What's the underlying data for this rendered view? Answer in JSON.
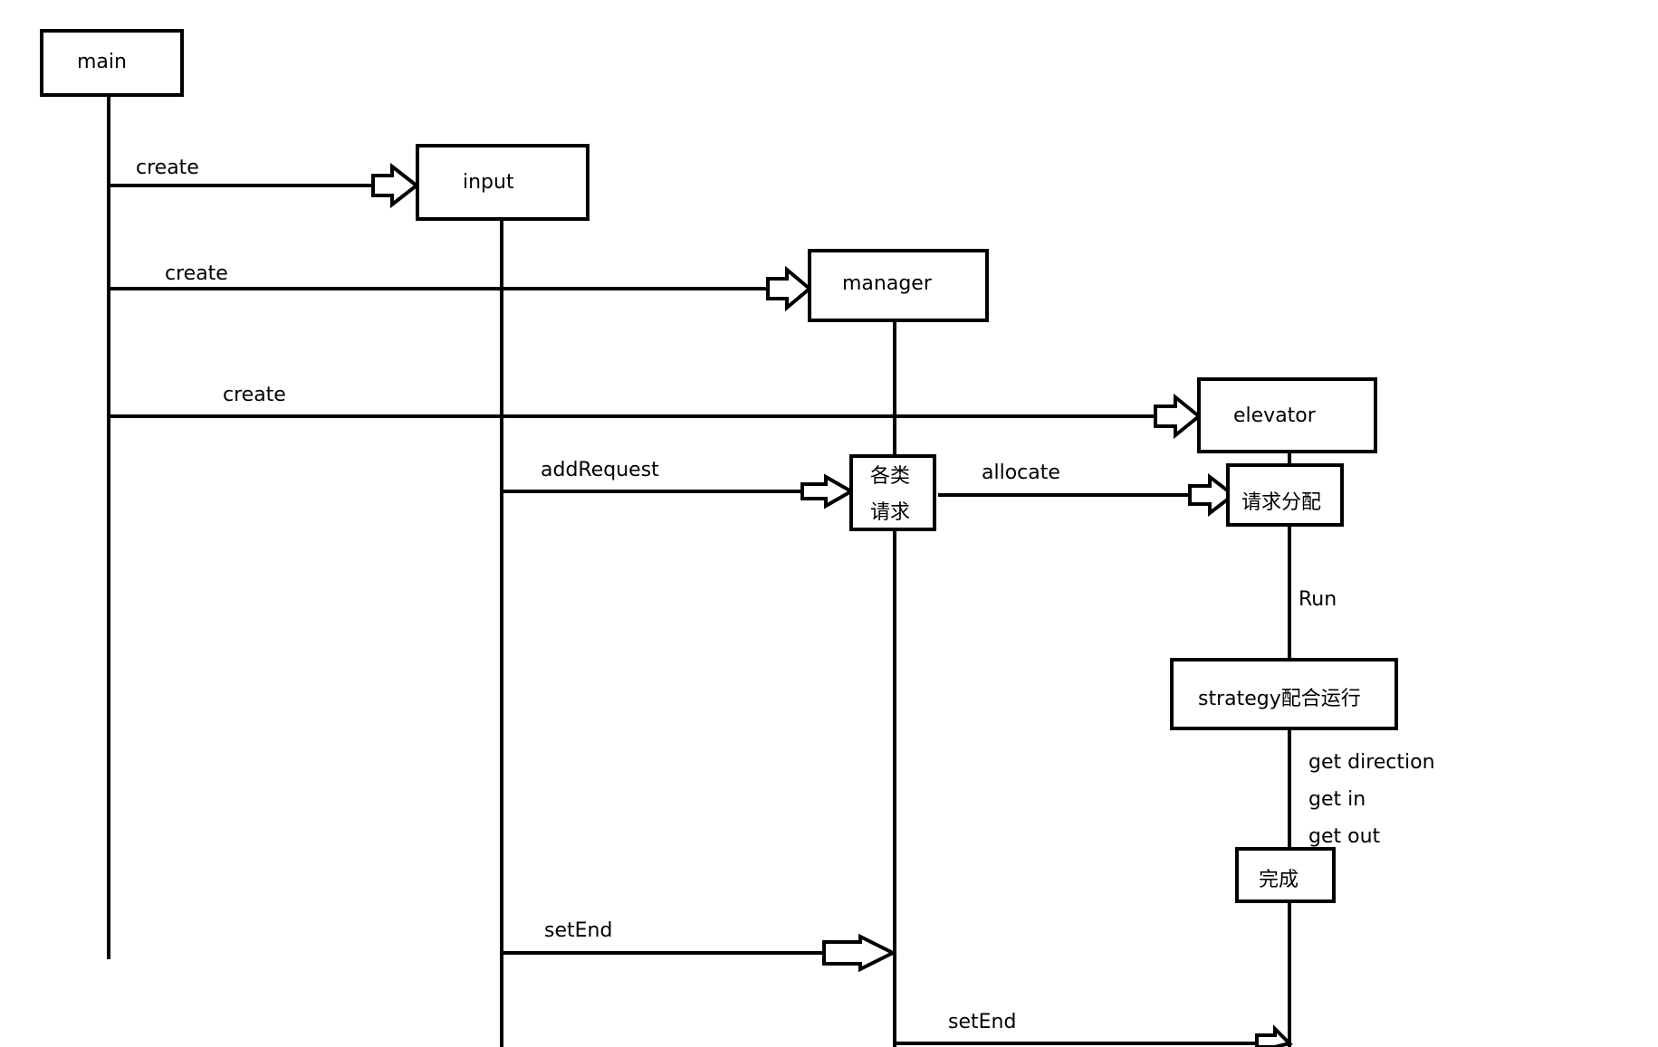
{
  "participants": {
    "main": "main",
    "input": "input",
    "manager": "manager",
    "elevator": "elevator"
  },
  "activations": {
    "manager_requests_line1": "各类",
    "manager_requests_line2": "请求",
    "elevator_allocation": "请求分配",
    "strategy": "strategy配合运行",
    "done": "完成"
  },
  "messages": {
    "create_input": "create",
    "create_manager": "create",
    "create_elevator": "create",
    "add_request": "addRequest",
    "allocate": "allocate",
    "run": "Run",
    "get_direction": "get direction",
    "get_in": "get in",
    "get_out": "get out",
    "set_end_manager": "setEnd",
    "set_end_elevator": "setEnd"
  }
}
